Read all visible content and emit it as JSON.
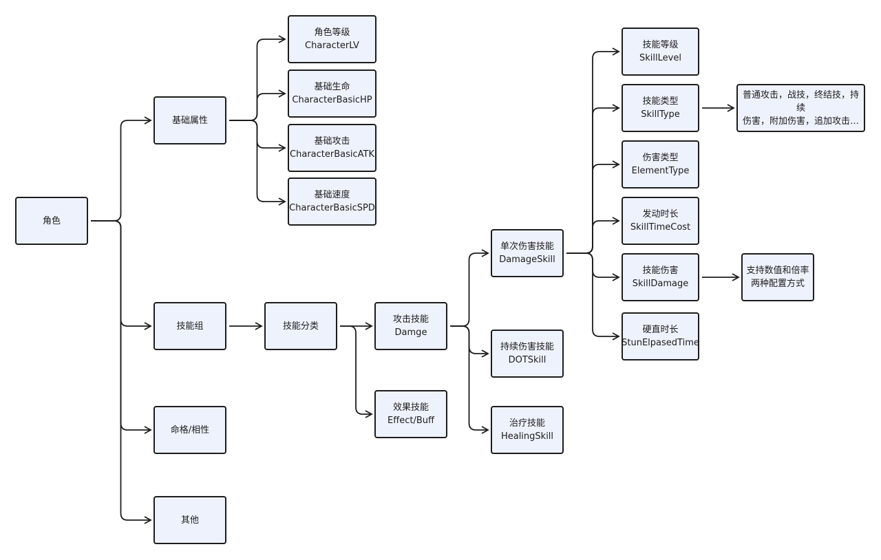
{
  "diagram": {
    "colors": {
      "node_fill": "#eef2fc",
      "node_border": "#1c1c1c",
      "edge": "#1c1c1c",
      "text": "#1c1c1c"
    },
    "nodes": [
      {
        "id": "role",
        "lines": [
          "角色"
        ]
      },
      {
        "id": "basic-attr",
        "lines": [
          "基础属性"
        ]
      },
      {
        "id": "skill-group",
        "lines": [
          "技能组"
        ]
      },
      {
        "id": "fate-affinity",
        "lines": [
          "命格/相性"
        ]
      },
      {
        "id": "other",
        "lines": [
          "其他"
        ]
      },
      {
        "id": "char-lv",
        "lines": [
          "角色等级",
          "CharacterLV"
        ]
      },
      {
        "id": "char-hp",
        "lines": [
          "基础生命",
          "CharacterBasicHP"
        ]
      },
      {
        "id": "char-atk",
        "lines": [
          "基础攻击",
          "CharacterBasicATK"
        ]
      },
      {
        "id": "char-spd",
        "lines": [
          "基础速度",
          "CharacterBasicSPD"
        ]
      },
      {
        "id": "skill-category",
        "lines": [
          "技能分类"
        ]
      },
      {
        "id": "attack-skill",
        "lines": [
          "攻击技能",
          "Damge"
        ]
      },
      {
        "id": "effect-skill",
        "lines": [
          "效果技能",
          "Effect/Buff"
        ]
      },
      {
        "id": "damage-skill",
        "lines": [
          "单次伤害技能",
          "DamageSkill"
        ]
      },
      {
        "id": "dot-skill",
        "lines": [
          "持续伤害技能",
          "DOTSkill"
        ]
      },
      {
        "id": "healing-skill",
        "lines": [
          "治疗技能",
          "HealingSkill"
        ]
      },
      {
        "id": "skill-level",
        "lines": [
          "技能等级",
          "SkillLevel"
        ]
      },
      {
        "id": "skill-type",
        "lines": [
          "技能类型",
          "SkillType"
        ]
      },
      {
        "id": "element-type",
        "lines": [
          "伤害类型",
          "ElementType"
        ]
      },
      {
        "id": "skill-time-cost",
        "lines": [
          "发动时长",
          "SkillTimeCost"
        ]
      },
      {
        "id": "skill-damage",
        "lines": [
          "技能伤害",
          "SkillDamage"
        ]
      },
      {
        "id": "stun-time",
        "lines": [
          "硬直时长",
          "StunElpasedTime"
        ]
      },
      {
        "id": "skill-type-values",
        "lines": [
          "普通攻击，战技，终结技，持续",
          "伤害，附加伤害，追加攻击…"
        ]
      },
      {
        "id": "skill-damage-config",
        "lines": [
          "支持数值和倍率",
          "两种配置方式"
        ]
      }
    ],
    "edges": [
      {
        "from": "role",
        "to": "basic-attr"
      },
      {
        "from": "role",
        "to": "skill-group"
      },
      {
        "from": "role",
        "to": "fate-affinity"
      },
      {
        "from": "role",
        "to": "other"
      },
      {
        "from": "basic-attr",
        "to": "char-lv"
      },
      {
        "from": "basic-attr",
        "to": "char-hp"
      },
      {
        "from": "basic-attr",
        "to": "char-atk"
      },
      {
        "from": "basic-attr",
        "to": "char-spd"
      },
      {
        "from": "skill-group",
        "to": "skill-category"
      },
      {
        "from": "skill-category",
        "to": "attack-skill"
      },
      {
        "from": "skill-category",
        "to": "effect-skill"
      },
      {
        "from": "attack-skill",
        "to": "damage-skill"
      },
      {
        "from": "attack-skill",
        "to": "dot-skill"
      },
      {
        "from": "attack-skill",
        "to": "healing-skill"
      },
      {
        "from": "damage-skill",
        "to": "skill-level"
      },
      {
        "from": "damage-skill",
        "to": "skill-type"
      },
      {
        "from": "damage-skill",
        "to": "element-type"
      },
      {
        "from": "damage-skill",
        "to": "skill-time-cost"
      },
      {
        "from": "damage-skill",
        "to": "skill-damage"
      },
      {
        "from": "damage-skill",
        "to": "stun-time"
      },
      {
        "from": "skill-type",
        "to": "skill-type-values"
      },
      {
        "from": "skill-damage",
        "to": "skill-damage-config"
      }
    ]
  }
}
